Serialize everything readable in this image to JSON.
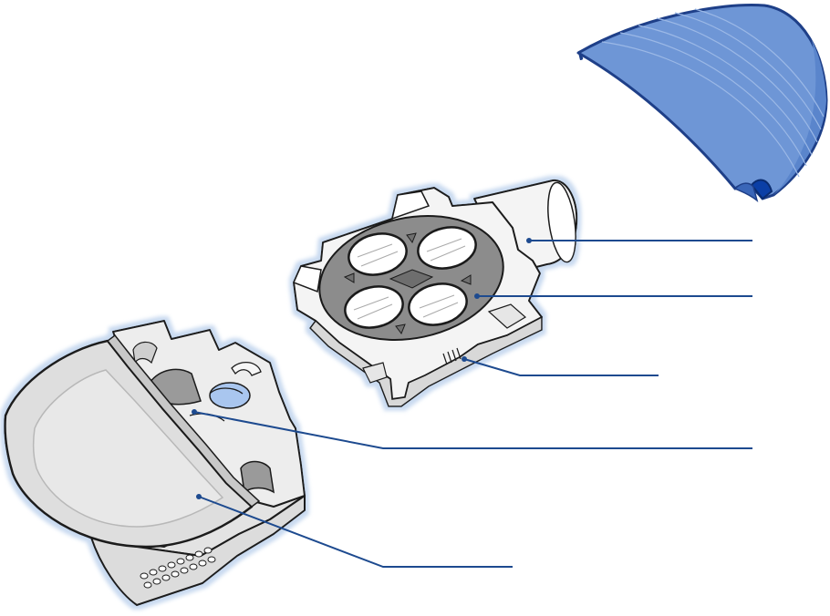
{
  "diagram": {
    "type": "exploded-view illustration",
    "colors": {
      "cap_fill": "#6e96d6",
      "cap_dark": "#2a4f9a",
      "cap_tip": "#0b3fa6",
      "callout_line": "#1d4a8f",
      "part_outline": "#1a1a1a",
      "cartridge_fill": "#f4f4f4",
      "disk_fill": "#8c8c8c",
      "base_fill": "#e9e9e9",
      "halo": "#c9daf0"
    },
    "parts": [
      {
        "id": "cap",
        "icon": "blue-cover-cap"
      },
      {
        "id": "cartridge",
        "icon": "sample-cartridge"
      },
      {
        "id": "rotor-disk",
        "icon": "four-window-disk"
      },
      {
        "id": "base-housing",
        "icon": "grey-base-housing"
      }
    ],
    "callouts": [
      {
        "id": "callout-1",
        "label": ""
      },
      {
        "id": "callout-2",
        "label": ""
      },
      {
        "id": "callout-3",
        "label": ""
      },
      {
        "id": "callout-4",
        "label": ""
      },
      {
        "id": "callout-5",
        "label": ""
      }
    ]
  }
}
